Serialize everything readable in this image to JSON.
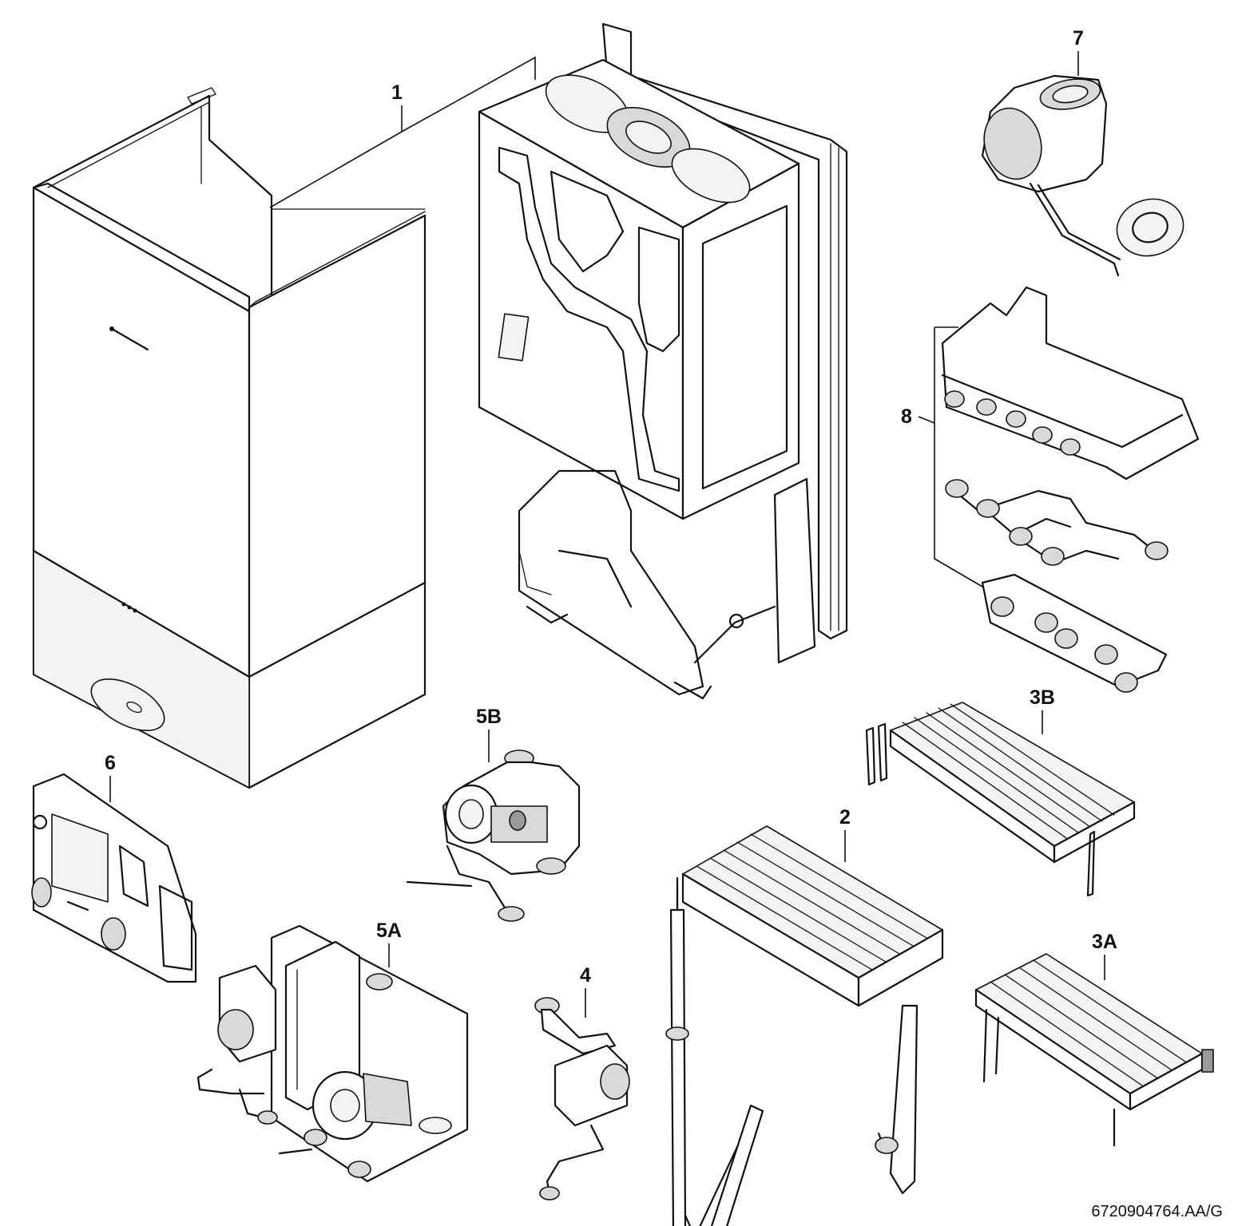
{
  "figure_title": "",
  "doc_reference": "6720904764.AA/G",
  "callouts": [
    {
      "id": "c1",
      "label": "1"
    },
    {
      "id": "c2",
      "label": "2"
    },
    {
      "id": "c3A",
      "label": "3A"
    },
    {
      "id": "c3B",
      "label": "3B"
    },
    {
      "id": "c4",
      "label": "4"
    },
    {
      "id": "c5A",
      "label": "5A"
    },
    {
      "id": "c5B",
      "label": "5B"
    },
    {
      "id": "c6",
      "label": "6"
    },
    {
      "id": "c7",
      "label": "7"
    },
    {
      "id": "c8",
      "label": "8"
    }
  ],
  "colors": {
    "line": "#111111",
    "background": "#ffffff",
    "shade": "#d9d9d9"
  }
}
